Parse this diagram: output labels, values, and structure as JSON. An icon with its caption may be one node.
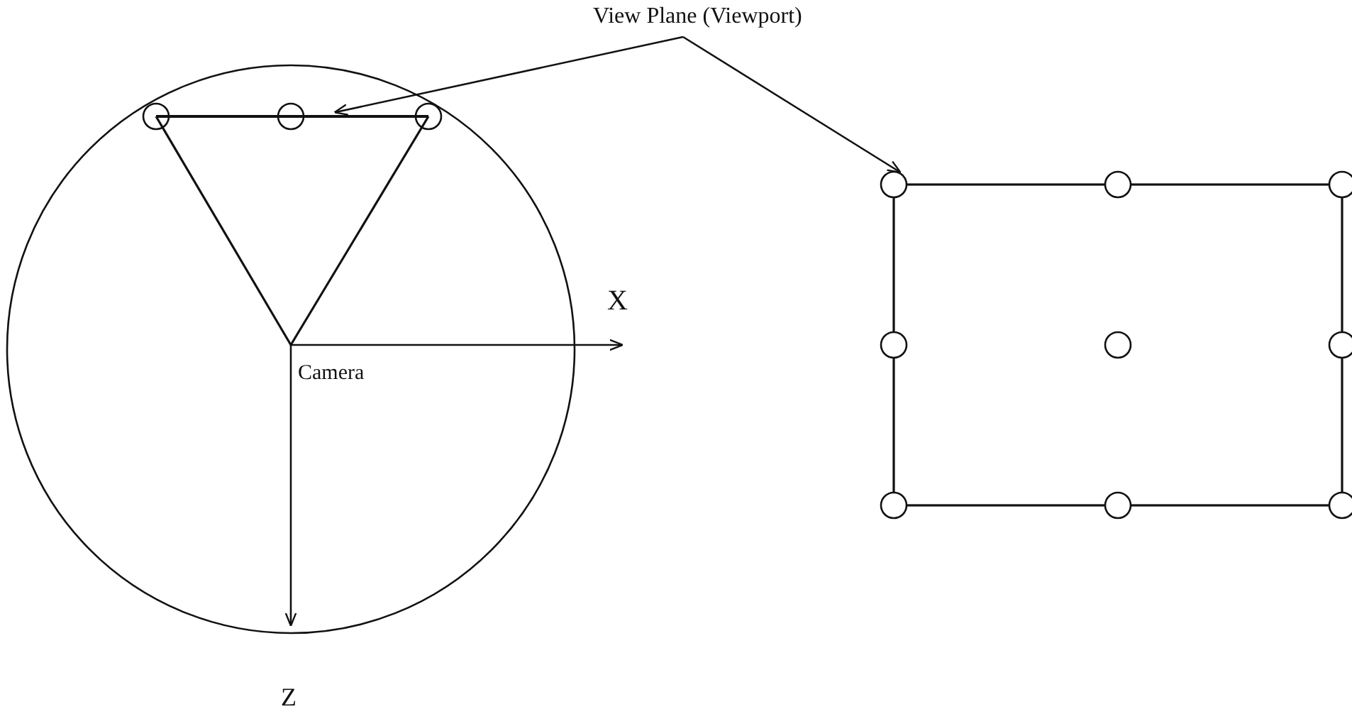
{
  "diagram": {
    "nodes": [
      {
        "text": [
          "View Plane (Viewport)"
        ]
      },
      {
        "text": [],
        "shape": "bar"
      },
      {
        "text": [],
        "shape": "box"
      }
    ],
    "edges": [
      {
        "from": 0,
        "to": 1,
        "arrow": "to"
      },
      {
        "from": 0,
        "to": 2,
        "arrow": "to"
      }
    ],
    "labels": [
      "X",
      "Camera",
      "Z"
    ]
  }
}
